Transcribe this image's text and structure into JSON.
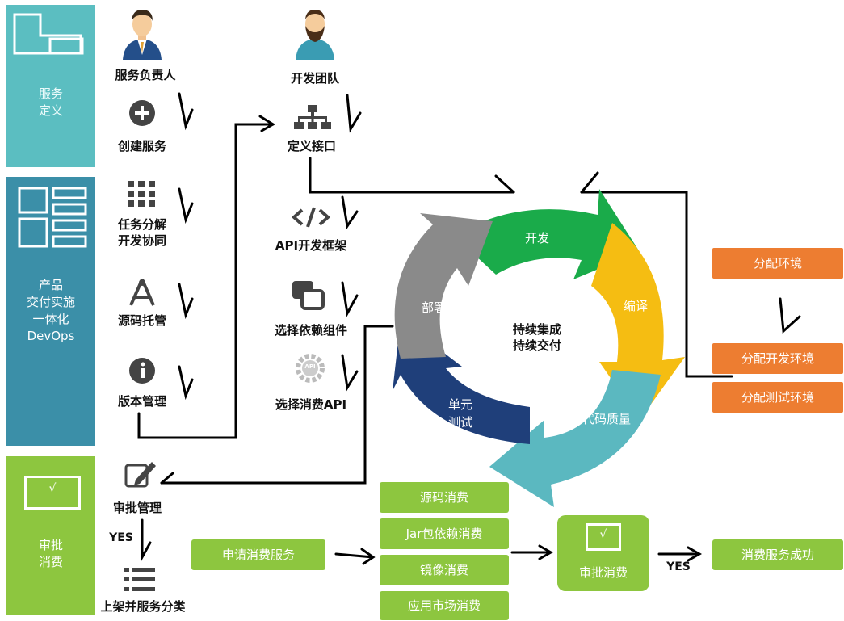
{
  "panels": {
    "service_def": "服务\n定义",
    "product_delivery": "产品\n交付实施\n一体化\nDevOps",
    "approve_consume": "审批\n消费",
    "approve_mark": "√"
  },
  "roles": {
    "service_owner": "服务负责人",
    "dev_team": "开发团队"
  },
  "left_steps": {
    "create_service": "创建服务",
    "task_decompose": "任务分解\n开发协同",
    "source_hosting": "源码托管",
    "version_mgmt": "版本管理",
    "approval_mgmt": "审批管理",
    "yes_label": "YES",
    "publish_classify": "上架并服务分类"
  },
  "mid_steps": {
    "define_interface": "定义接口",
    "api_framework": "API开发框架",
    "select_deps": "选择依赖组件",
    "select_api": "选择消费API"
  },
  "cycle": {
    "center": "持续集成\n持续交付",
    "develop": "开发",
    "compile": "编译",
    "code_quality": "代码质量",
    "unit_test": "单元\n测试",
    "deploy": "部署"
  },
  "env_boxes": {
    "alloc_env": "分配环境",
    "alloc_dev_env": "分配开发环境",
    "alloc_test_env": "分配测试环境"
  },
  "consume_flow": {
    "apply": "申请消费服务",
    "source_consume": "源码消费",
    "jar_consume": "Jar包依赖消费",
    "image_consume": "镜像消费",
    "market_consume": "应用市场消费",
    "approve_mark": "√",
    "approve": "审批消费",
    "yes_label": "YES",
    "success": "消费服务成功"
  },
  "icons": {
    "api_badge": "API"
  },
  "colors": {
    "panel_teal": "#5bbec1",
    "panel_blue": "#3b8fa8",
    "panel_green": "#8dc63f",
    "orange": "#ed7d31",
    "cycle_green": "#1aab4a",
    "cycle_yellow": "#f5bd12",
    "cycle_teal": "#5bb8c0",
    "cycle_navy": "#1f3f7a",
    "cycle_gray": "#8a8a8a"
  }
}
